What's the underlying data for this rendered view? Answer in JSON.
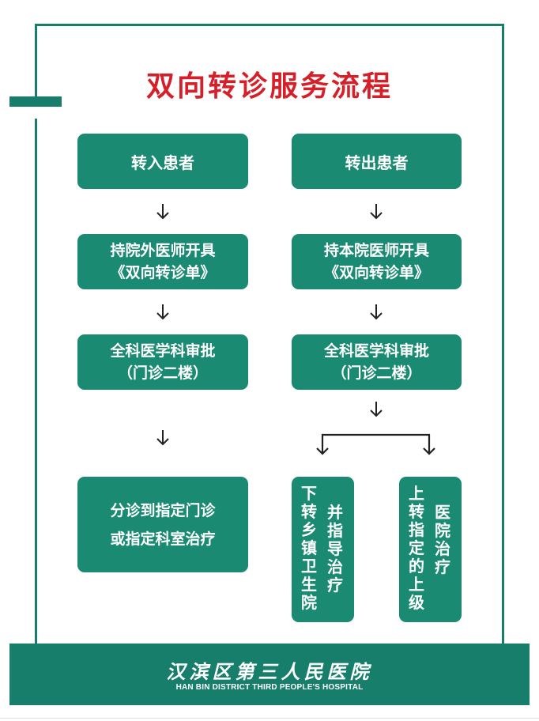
{
  "title": "双向转诊服务流程",
  "colors": {
    "primary": "#1a8a72",
    "title": "#d5202a"
  },
  "left": {
    "step1": "转入患者",
    "step2": [
      "持院外医师开具",
      "《双向转诊单》"
    ],
    "step3": [
      "全科医学科审批",
      "（门诊二楼）"
    ],
    "step4": [
      "分诊到指定门诊",
      "或指定科室治疗"
    ]
  },
  "right": {
    "step1": "转出患者",
    "step2": [
      "持本院医师开具",
      "《双向转诊单》"
    ],
    "step3": [
      "全科医学科审批",
      "（门诊二楼）"
    ],
    "branch_down": {
      "col1": [
        "下",
        "转",
        "乡",
        "镇",
        "卫",
        "生",
        "院"
      ],
      "col2": [
        "并",
        "指",
        "导",
        "治",
        "疗"
      ]
    },
    "branch_up": {
      "col1": [
        "上",
        "转",
        "指",
        "定",
        "的",
        "上",
        "级"
      ],
      "col2": [
        "医",
        "院",
        "治",
        "疗"
      ]
    }
  },
  "footer": {
    "name_cn": "汉滨区第三人民医院",
    "name_en": "HAN BIN DISTRICT THIRD PEOPLE'S HOSPITAL"
  }
}
